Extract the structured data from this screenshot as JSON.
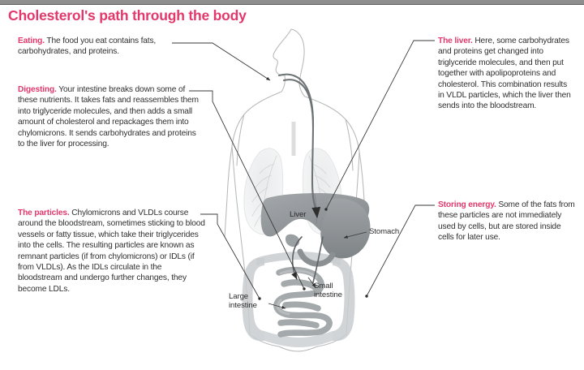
{
  "page": {
    "title": "Cholesterol's path through the body",
    "title_color": "#e2386b",
    "background_color": "#ffffff",
    "top_bar_color": "#8e8e8e"
  },
  "callouts": [
    {
      "id": "eating",
      "lead": "Eating.",
      "body": " The food you eat contains fats, carbohydrates, and proteins.",
      "side": "left"
    },
    {
      "id": "digesting",
      "lead": "Digesting.",
      "body": " Your intestine breaks down some of these nutrients. It takes fats and reassembles them into triglyceride molecules, and then adds a small amount of cholesterol and repackages them into chylomicrons. It sends carbohydrates and proteins to the liver for processing.",
      "side": "left"
    },
    {
      "id": "particles",
      "lead": "The particles.",
      "body": " Chylomicrons and VLDLs course around the bloodstream, sometimes sticking to blood vessels or fatty tissue, which take their triglycerides into the cells. The resulting particles are known as remnant particles (if from chylomicrons) or IDLs (if from VLDLs). As the IDLs circulate in the bloodstream and undergo further changes, they become LDLs.",
      "side": "left"
    },
    {
      "id": "liver",
      "lead": "The liver.",
      "body": " Here, some carbohydrates and proteins get changed into triglyceride molecules, and then put together with apolipoproteins and cholesterol. This combination results in VLDL particles, which the liver then sends into the bloodstream.",
      "side": "right"
    },
    {
      "id": "storing",
      "lead": "Storing energy.",
      "body": " Some of the fats from these particles are not immediately used by cells, but are stored inside cells for later use.",
      "side": "right"
    }
  ],
  "organ_labels": [
    {
      "id": "liver",
      "text": "Liver"
    },
    {
      "id": "stomach",
      "text": "Stomach"
    },
    {
      "id": "small_intestine",
      "text": "Small intestine"
    },
    {
      "id": "large_intestine",
      "text": "Large intestine"
    }
  ],
  "diagram": {
    "subject": "human-torso-digestive-system",
    "body_outline_color": "#9a9a9a",
    "organ_fill_color": "#8f9396",
    "leader_line_color": "#3a3a3a"
  }
}
